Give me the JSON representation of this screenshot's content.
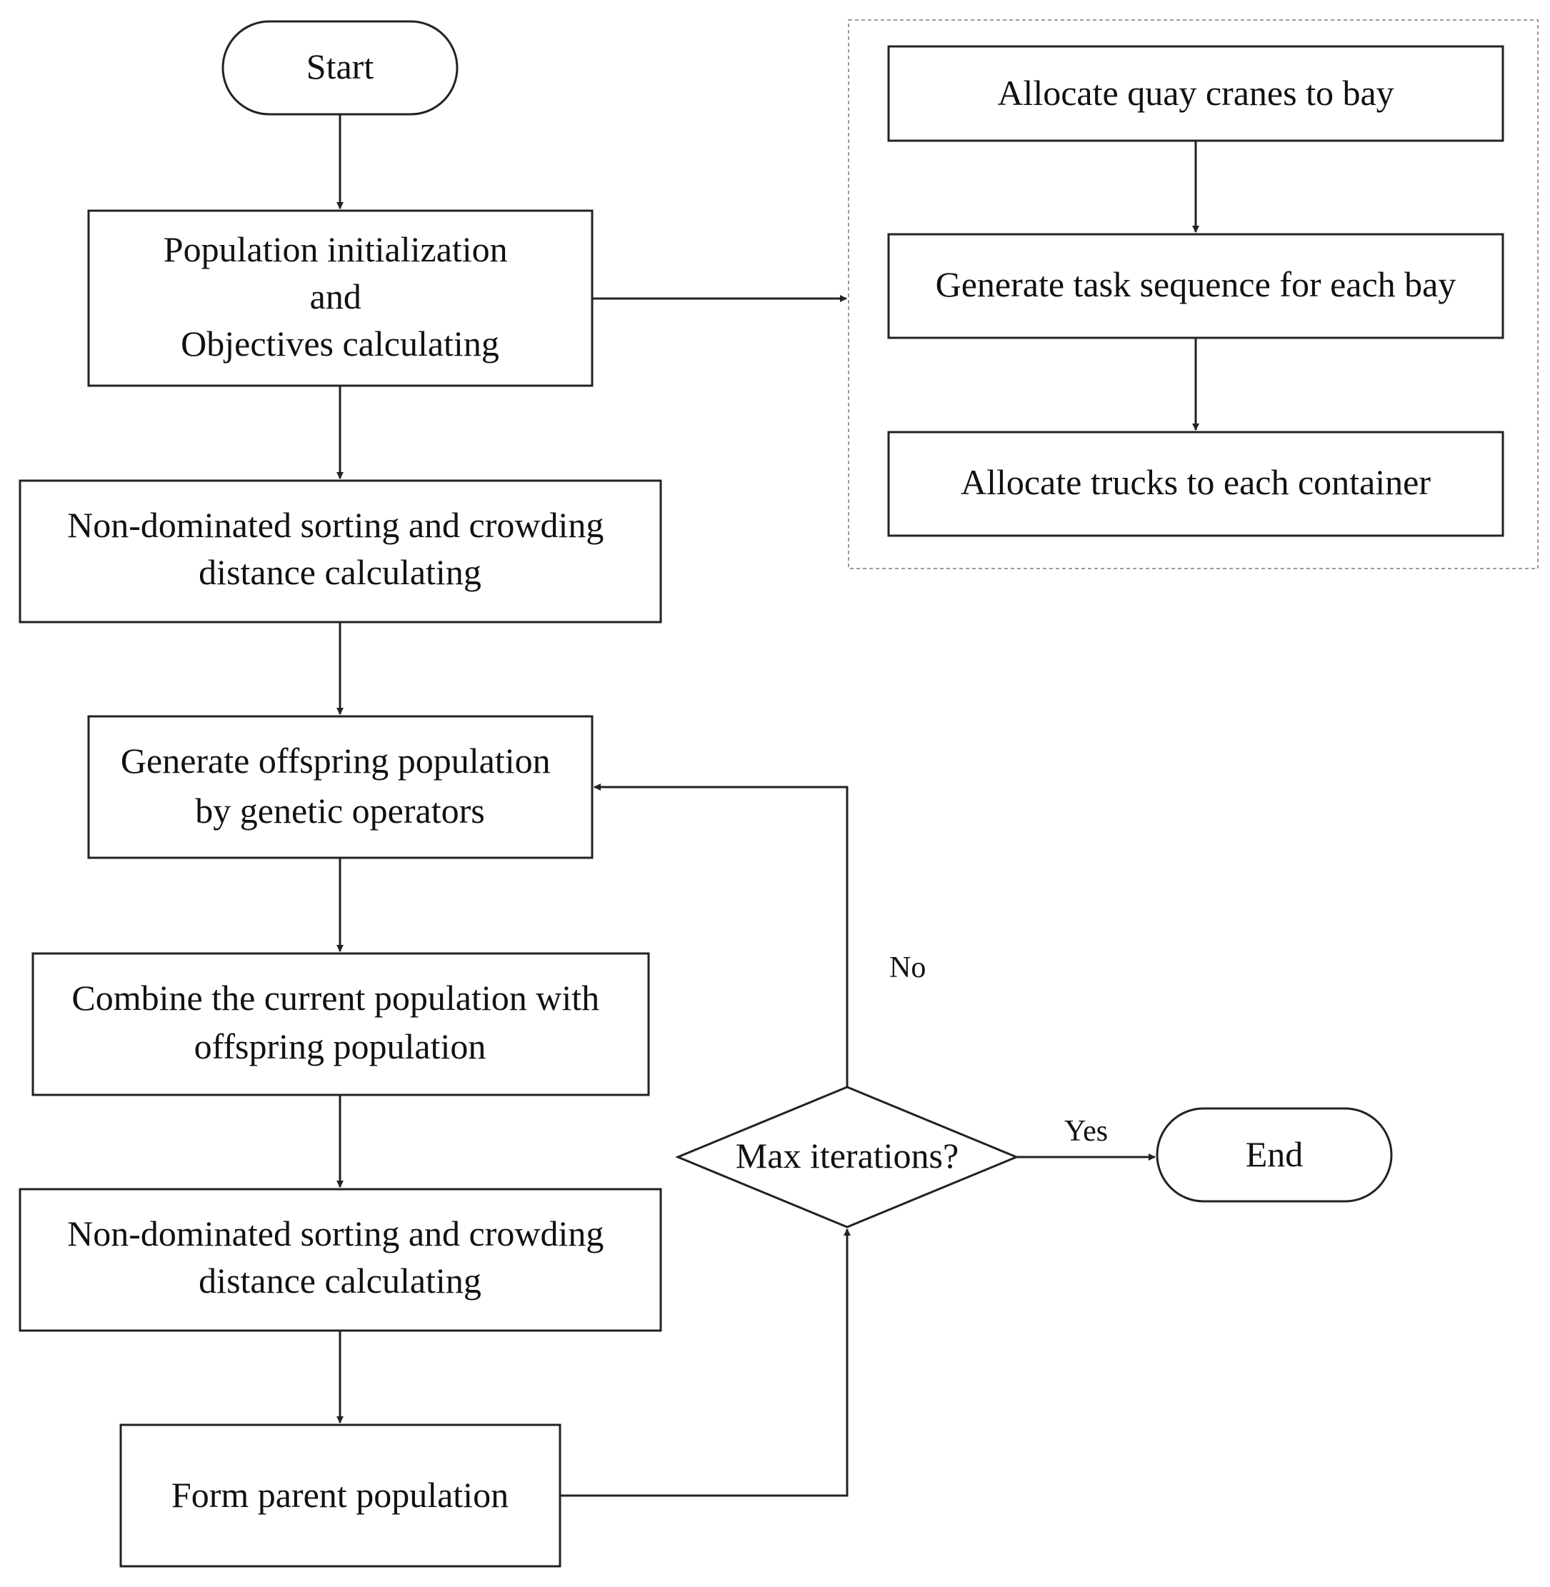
{
  "nodes": {
    "start": {
      "text": "Start"
    },
    "init": {
      "lines": [
        "Population initialization",
        "and",
        "Objectives calculating"
      ]
    },
    "sort1": {
      "lines": [
        "Non-dominated sorting and crowding",
        "distance calculating"
      ]
    },
    "offspring": {
      "lines": [
        "Generate offspring population",
        "by genetic operators"
      ]
    },
    "combine": {
      "lines": [
        "Combine the current population with",
        "offspring population"
      ]
    },
    "sort2": {
      "lines": [
        "Non-dominated sorting and crowding",
        "distance calculating"
      ]
    },
    "parent": {
      "text": "Form parent population"
    },
    "decision": {
      "text": "Max iterations?"
    },
    "end": {
      "text": "End"
    },
    "quay": {
      "text": "Allocate quay cranes to bay"
    },
    "task": {
      "text": "Generate task sequence for each bay"
    },
    "trucks": {
      "text": "Allocate trucks to each container"
    }
  },
  "edge_labels": {
    "no": "No",
    "yes": "Yes"
  }
}
